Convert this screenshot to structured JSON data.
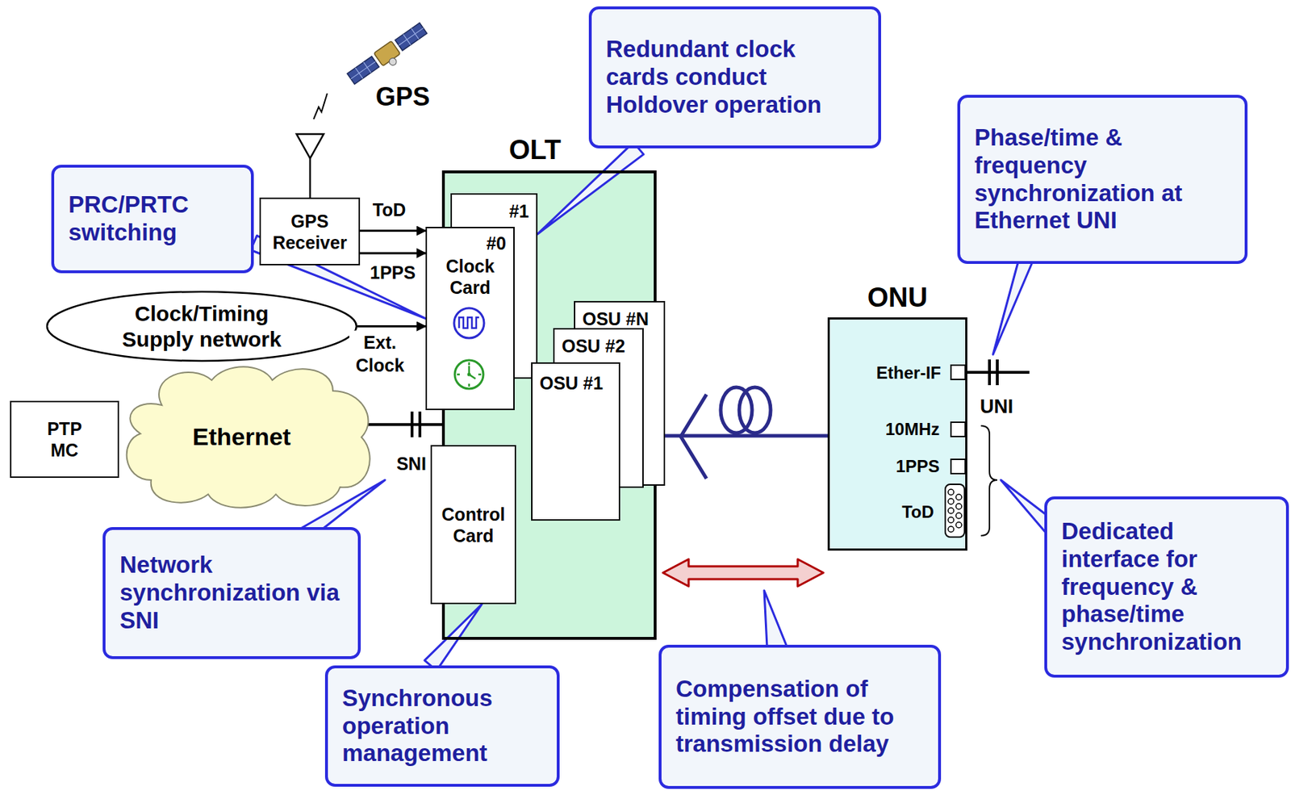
{
  "diagram": {
    "nodes": [
      {
        "text": [
          "Redundant clock cards conduct Holdover operation"
        ]
      },
      {
        "text": [
          "OLT"
        ]
      },
      {
        "text": [
          "#1"
        ],
        "in": 1
      },
      {
        "text": [
          "#0",
          "Clock Card"
        ],
        "in": 1
      },
      {
        "text": [
          "OSU #N"
        ],
        "in": 1
      },
      {
        "text": [
          "OSU #2"
        ],
        "in": 1
      },
      {
        "text": [
          "OSU #1"
        ],
        "in": 1
      },
      {
        "text": [
          "Control Card"
        ],
        "in": 1
      },
      {
        "text": [
          "GPS Receiver"
        ]
      },
      {
        "text": [
          "Clock/Timing Supply network"
        ]
      },
      {
        "text": [
          "Ethernet"
        ]
      },
      {
        "text": [
          "PTP MC"
        ]
      },
      {
        "text": [
          "ONU"
        ]
      },
      {
        "text": [
          "PRC/PRTC switching"
        ]
      },
      {
        "text": [
          "Phase/time & frequency synchronization at Ethernet UNI"
        ]
      },
      {
        "text": [
          "Network synchronization via SNI"
        ]
      },
      {
        "text": [
          "Synchronous operation management"
        ]
      },
      {
        "text": [
          "Compensation of timing offset due to transmission delay"
        ]
      },
      {
        "text": [
          "Dedicated interface for frequency & phase/time synchronization"
        ]
      }
    ],
    "edges": [
      {
        "from": 8,
        "to": 3,
        "label": "ToD",
        "arrow": "to"
      },
      {
        "from": 8,
        "to": 3,
        "label": "1PPS",
        "arrow": "to"
      },
      {
        "from": 9,
        "to": 3,
        "label": "Ext. Clock",
        "arrow": "to"
      },
      {
        "from": 10,
        "to": 1,
        "arrow": "none"
      },
      {
        "from": 4,
        "to": 12,
        "arrow": "none"
      },
      {
        "from": 0,
        "to": 2,
        "arrow": "none"
      },
      {
        "from": 13,
        "to": 3,
        "arrow": "none"
      },
      {
        "from": 16,
        "to": 7,
        "arrow": "none"
      }
    ],
    "labels": [
      "GPS",
      "SNI",
      "UNI",
      "Ether-IF",
      "10MHz",
      "1PPS",
      "ToD"
    ]
  }
}
